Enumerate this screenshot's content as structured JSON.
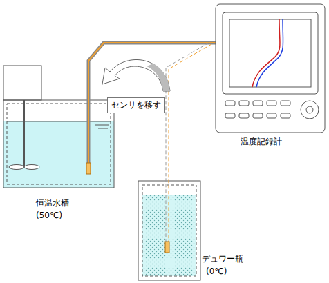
{
  "diagram": {
    "nodes": [
      {
        "text": [
          "センサを移す"
        ]
      }
    ],
    "labels": [
      "恒温水槽",
      "(50℃)",
      "デュワー瓶",
      "(0℃)",
      "温度記録計"
    ]
  }
}
